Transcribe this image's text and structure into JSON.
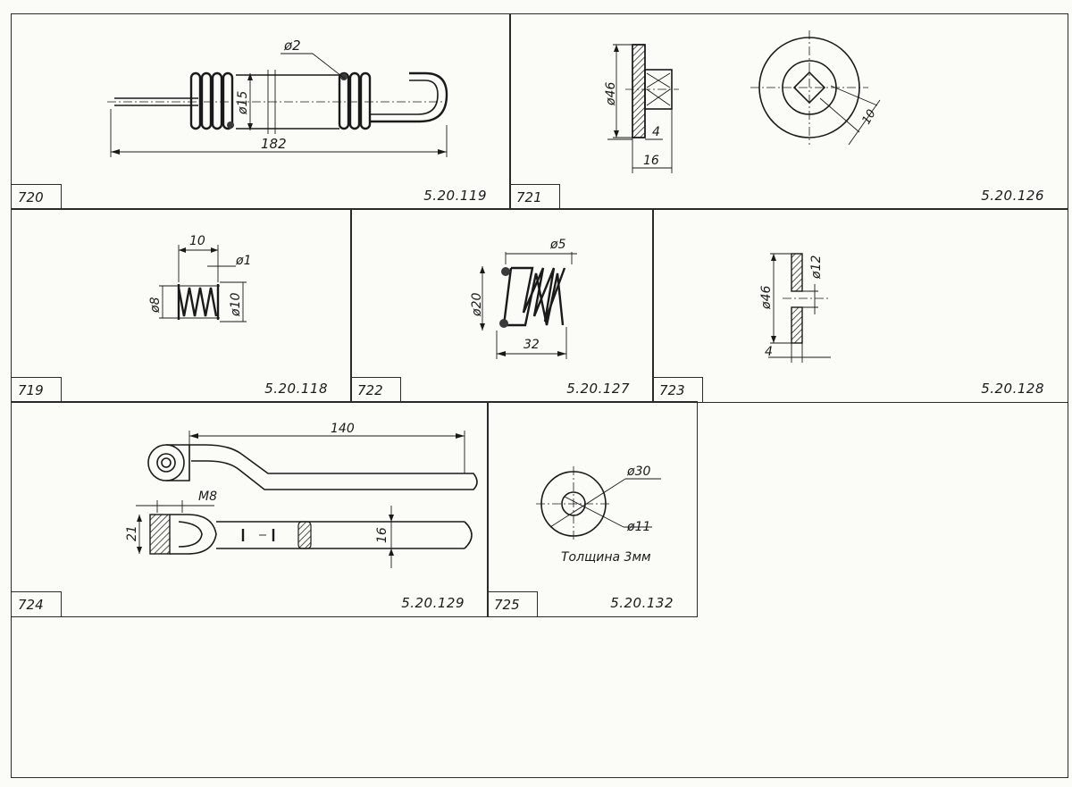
{
  "parts": {
    "p720": {
      "number": "720",
      "code": "5.20.119",
      "dims": {
        "wire": "ø2",
        "diameter": "ø15",
        "length": "182"
      }
    },
    "p721": {
      "number": "721",
      "code": "5.20.126",
      "dims": {
        "diameter": "ø46",
        "thickness": "4",
        "width": "16",
        "square": "10"
      }
    },
    "p719": {
      "number": "719",
      "code": "5.20.118",
      "dims": {
        "length": "10",
        "wire": "ø1",
        "inner": "ø8",
        "outer": "ø10"
      }
    },
    "p722": {
      "number": "722",
      "code": "5.20.127",
      "dims": {
        "wire": "ø5",
        "diameter": "ø20",
        "length": "32"
      }
    },
    "p723": {
      "number": "723",
      "code": "5.20.128",
      "dims": {
        "outer": "ø46",
        "inner": "ø12",
        "thickness": "4"
      }
    },
    "p724": {
      "number": "724",
      "code": "5.20.129",
      "dims": {
        "length": "140",
        "thread": "M8",
        "height": "21",
        "width": "16"
      }
    },
    "p725": {
      "number": "725",
      "code": "5.20.132",
      "dims": {
        "outer": "ø30",
        "inner": "ø11"
      },
      "note": "Толщина 3мм"
    }
  }
}
